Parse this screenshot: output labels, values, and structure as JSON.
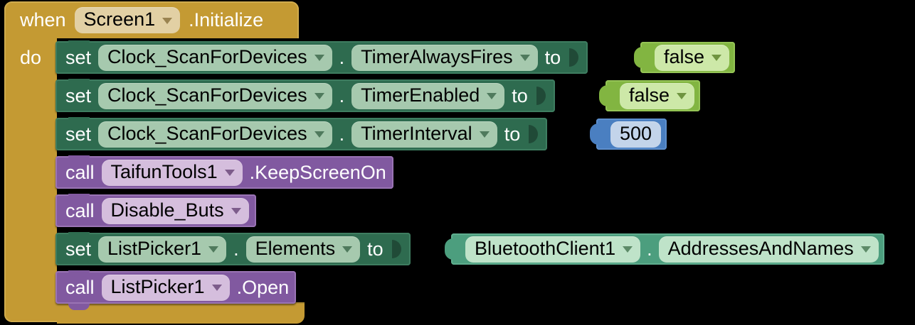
{
  "editor": {
    "name": "app-inventor-blocks",
    "background": "#000000"
  },
  "palette": {
    "event_block": "#c49a33",
    "setter_block": "#2e6b4f",
    "call_block": "#8159a0",
    "logic_block": "#82b541",
    "number_block": "#4a7fc1",
    "getter_block": "#4c9e7e"
  },
  "event": {
    "when_label": "when",
    "component": "Screen1",
    "event_name": ".Initialize",
    "do_label": "do",
    "dropdown_icon": "chevron-down-icon"
  },
  "statements": [
    {
      "kind": "setter",
      "keyword": "set",
      "component": "Clock_ScanForDevices",
      "separator": ".",
      "property": "TimerAlwaysFires",
      "to_label": "to",
      "value": {
        "kind": "logic",
        "text": "false",
        "has_dropdown": true
      }
    },
    {
      "kind": "setter",
      "keyword": "set",
      "component": "Clock_ScanForDevices",
      "separator": ".",
      "property": "TimerEnabled",
      "to_label": "to",
      "value": {
        "kind": "logic",
        "text": "false",
        "has_dropdown": true
      }
    },
    {
      "kind": "setter",
      "keyword": "set",
      "component": "Clock_ScanForDevices",
      "separator": ".",
      "property": "TimerInterval",
      "to_label": "to",
      "value": {
        "kind": "number",
        "text": "500",
        "has_dropdown": false
      }
    },
    {
      "kind": "call",
      "keyword": "call",
      "component": "TaifunTools1",
      "method": ".KeepScreenOn"
    },
    {
      "kind": "call",
      "keyword": "call",
      "component": "Disable_Buts",
      "method": ""
    },
    {
      "kind": "setter",
      "keyword": "set",
      "component": "ListPicker1",
      "separator": ".",
      "property": "Elements",
      "to_label": "to",
      "value": {
        "kind": "getter",
        "component": "BluetoothClient1",
        "separator": ".",
        "property": "AddressesAndNames"
      }
    },
    {
      "kind": "call",
      "keyword": "call",
      "component": "ListPicker1",
      "method": ".Open"
    }
  ]
}
